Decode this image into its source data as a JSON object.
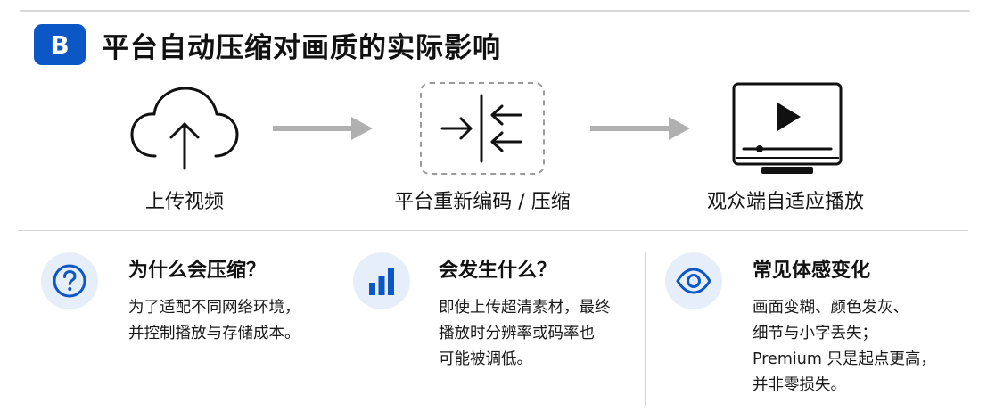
{
  "header": {
    "badge": "B",
    "title": "平台自动压缩对画质的实际影响"
  },
  "flow": {
    "steps": [
      {
        "label": "上传视频",
        "icon": "cloud-upload-icon"
      },
      {
        "label": "平台重新编码 / 压缩",
        "icon": "compress-arrows-icon"
      },
      {
        "label": "观众端自适应播放",
        "icon": "video-player-icon"
      }
    ],
    "arrow_icon": "right-arrow-icon"
  },
  "columns": [
    {
      "icon": "question-icon",
      "title": "为什么会压缩？",
      "lines": [
        "为了适配不同网络环境，",
        "并控制播放与存储成本。"
      ]
    },
    {
      "icon": "bar-chart-icon",
      "title": "会发生什么？",
      "lines": [
        "即使上传超清素材，最终",
        "播放时分辨率或码率也",
        "可能被调低。"
      ]
    },
    {
      "icon": "eye-icon",
      "title": "常见体感变化",
      "lines": [
        "画面变糊、颜色发灰、",
        "细节与小字丢失；",
        "Premium 只是起点更高，",
        "并非零损失。"
      ]
    }
  ],
  "colors": {
    "accent": "#0b57c5",
    "icon_bg": "#e6eef9",
    "arrow": "#b0b0b0",
    "divider": "#d6d6d6",
    "text": "#111111"
  }
}
